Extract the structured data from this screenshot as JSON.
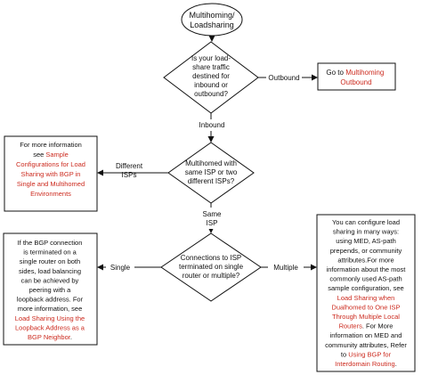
{
  "start": [
    "Multihoming/",
    "Loadsharing"
  ],
  "decision_traffic": [
    "Is your load-",
    "share traffic",
    "destined for",
    "inbound or",
    "outbound?"
  ],
  "label_outbound": "Outbound",
  "goto_outbound": {
    "prefix": "Go to ",
    "link_lines": [
      "Multihoming",
      "Outbound"
    ]
  },
  "label_inbound": "Inbound",
  "decision_isp": [
    "Multihomed with",
    "same ISP or two",
    "different ISPs?"
  ],
  "label_different": [
    "Different",
    "ISPs"
  ],
  "box_different": [
    [
      {
        "t": "For more information",
        "link": false
      }
    ],
    [
      {
        "t": "see ",
        "link": false
      },
      {
        "t": "Sample",
        "link": true
      }
    ],
    [
      {
        "t": "Configurations for Load",
        "link": true
      }
    ],
    [
      {
        "t": "Sharing with BGP in",
        "link": true
      }
    ],
    [
      {
        "t": "Single and Multihomed",
        "link": true
      }
    ],
    [
      {
        "t": "Environments",
        "link": true
      }
    ]
  ],
  "label_same": [
    "Same",
    "ISP"
  ],
  "decision_router": [
    "Connections to ISP",
    "terminated on single",
    "router or multiple?"
  ],
  "label_single": "Single",
  "label_multiple": "Multiple",
  "box_single": [
    [
      {
        "t": "If the BGP connection",
        "link": false
      }
    ],
    [
      {
        "t": "is terminated on  a",
        "link": false
      }
    ],
    [
      {
        "t": "single router on both",
        "link": false
      }
    ],
    [
      {
        "t": "sides, load balancing",
        "link": false
      }
    ],
    [
      {
        "t": "can be achieved by",
        "link": false
      }
    ],
    [
      {
        "t": "peering with a",
        "link": false
      }
    ],
    [
      {
        "t": "loopback address. For",
        "link": false
      }
    ],
    [
      {
        "t": "more information, see",
        "link": false
      }
    ],
    [
      {
        "t": "Load Sharing Using the",
        "link": true
      }
    ],
    [
      {
        "t": "Loopback Address as a",
        "link": true
      }
    ],
    [
      {
        "t": "BGP Neighbor",
        "link": true
      },
      {
        "t": ".",
        "link": false
      }
    ]
  ],
  "box_multiple": [
    [
      {
        "t": "You can configure load",
        "link": false
      }
    ],
    [
      {
        "t": "sharing in many ways:",
        "link": false
      }
    ],
    [
      {
        "t": "using MED, AS-path",
        "link": false
      }
    ],
    [
      {
        "t": "prepends, or community",
        "link": false
      }
    ],
    [
      {
        "t": "attributes.For more",
        "link": false
      }
    ],
    [
      {
        "t": "information about the most",
        "link": false
      }
    ],
    [
      {
        "t": "commonly used AS-path",
        "link": false
      }
    ],
    [
      {
        "t": "sample configuration, see",
        "link": false
      }
    ],
    [
      {
        "t": "Load Sharing when",
        "link": true
      }
    ],
    [
      {
        "t": "Dualhomed to One ISP",
        "link": true
      }
    ],
    [
      {
        "t": "Through Multiple Local",
        "link": true
      }
    ],
    [
      {
        "t": "Routers",
        "link": true
      },
      {
        "t": ". For More",
        "link": false
      }
    ],
    [
      {
        "t": "information on MED and",
        "link": false
      }
    ],
    [
      {
        "t": "community attributes, Refer",
        "link": false
      }
    ],
    [
      {
        "t": "to ",
        "link": false
      },
      {
        "t": "Using BGP for",
        "link": true
      }
    ],
    [
      {
        "t": "Interdomain Routing",
        "link": true
      },
      {
        "t": ".",
        "link": false
      }
    ]
  ]
}
